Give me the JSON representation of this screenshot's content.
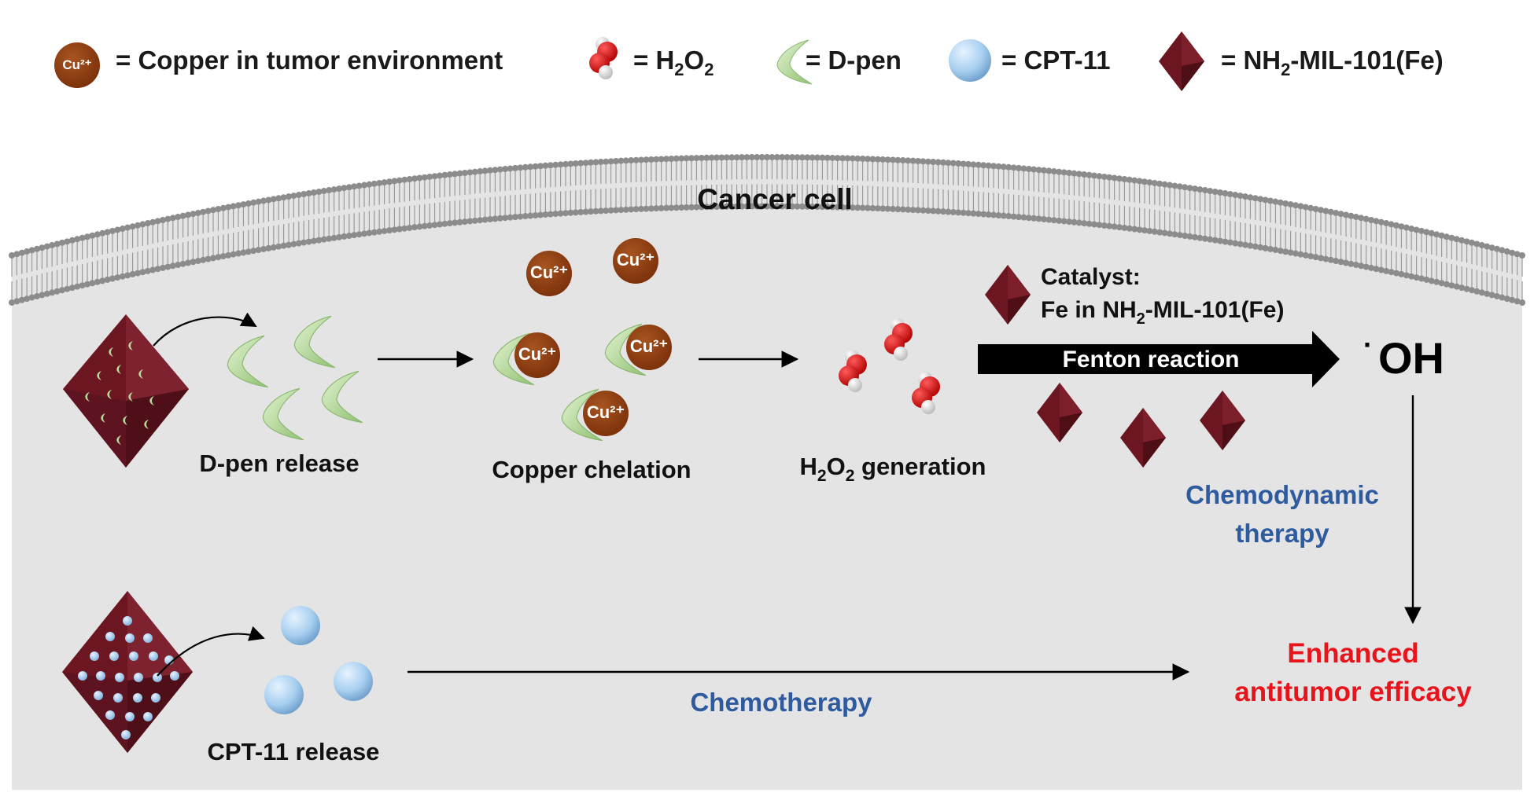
{
  "legend": {
    "cu_icon": "Cu²⁺",
    "cu_text": "= Copper in tumor environment",
    "h2o2_prefix": "= H",
    "h2o2_sub1": "2",
    "h2o2_mid": "O",
    "h2o2_sub2": "2",
    "dpen_text": "= D-pen",
    "cpt_text": "= CPT-11",
    "mof_prefix": "= NH",
    "mof_sub": "2",
    "mof_suffix": "-MIL-101(Fe)"
  },
  "cell": {
    "title": "Cancer cell"
  },
  "steps": {
    "dpen_release": "D-pen release",
    "copper_chelation": "Copper chelation",
    "h2o2_prefix": "H",
    "h2o2_sub1": "2",
    "h2o2_mid": "O",
    "h2o2_sub2": "2",
    "h2o2_suffix": " generation",
    "cpt_release": "CPT-11 release"
  },
  "cu_label": "Cu²⁺",
  "catalyst": {
    "line1": "Catalyst:",
    "line2_prefix": "Fe in NH",
    "line2_sub": "2",
    "line2_suffix": "-MIL-101(Fe)"
  },
  "fenton": {
    "label": "Fenton reaction"
  },
  "radical": {
    "dot": "·",
    "label": "OH"
  },
  "therapy": {
    "cdt_line1": "Chemodynamic",
    "cdt_line2": "therapy",
    "chemo": "Chemotherapy"
  },
  "outcome": {
    "line1": "Enhanced",
    "line2": "antitumor efficacy"
  },
  "colors": {
    "copper": "#8a3b0e",
    "mof": "#6b1620",
    "dpen": "#b9dc9a",
    "cpt": "#a8cff0",
    "blue_text": "#2e5aa0",
    "red_text": "#e8141c",
    "cell_fill": "#e4e4e4"
  }
}
